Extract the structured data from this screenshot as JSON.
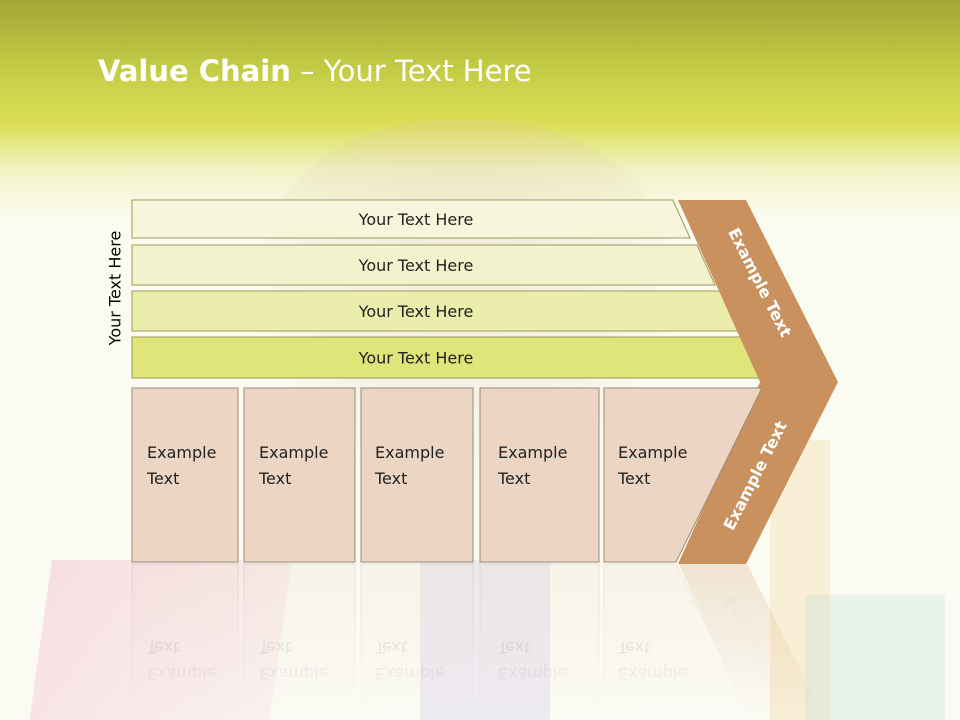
{
  "slide": {
    "title_bold": "Value Chain",
    "title_rest": " – Your Text Here",
    "side_label": "Your Text Here"
  },
  "support_bars": [
    {
      "label": "Your Text Here",
      "fill": "#f7f6dc"
    },
    {
      "label": "Your Text Here",
      "fill": "#f2f3cc"
    },
    {
      "label": "Your Text Here",
      "fill": "#eaedab"
    },
    {
      "label": "Your Text Here",
      "fill": "#dfe579"
    }
  ],
  "primary_boxes": [
    {
      "line1": "Example",
      "line2": "Text"
    },
    {
      "line1": "Example",
      "line2": "Text"
    },
    {
      "line1": "Example",
      "line2": "Text"
    },
    {
      "line1": "Example",
      "line2": "Text"
    },
    {
      "line1": "Example",
      "line2": "Text"
    }
  ],
  "chevron": {
    "upper_label": "Example Text",
    "lower_label": "Example Text",
    "fill": "#c9915e"
  },
  "colors": {
    "box_fill": "#ecd6c3",
    "box_stroke": "#9a8a7a",
    "bar_stroke": "#9b9a55"
  }
}
